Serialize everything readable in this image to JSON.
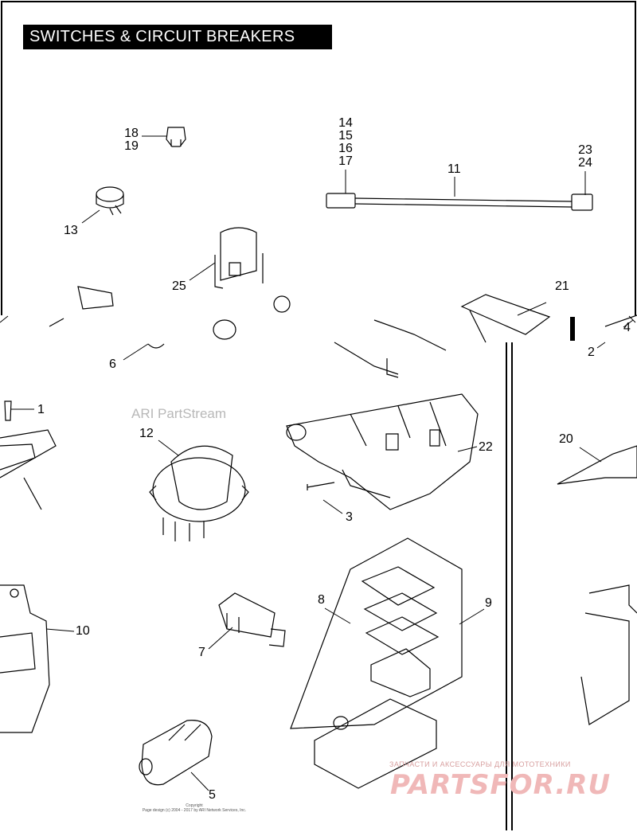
{
  "title": "SWITCHES & CIRCUIT BREAKERS",
  "watermark": "ARI PartStream",
  "copyright": [
    "Copyright",
    "Page design (c) 2004 - 2017 by ARI Network Services, Inc."
  ],
  "brand": {
    "tagline": "ЗАПЧАСТИ И АКСЕССУАРЫ ДЛЯ МОТОТЕХНИКИ",
    "name": "PARTSFOR.RU"
  },
  "callouts": {
    "c1": "1",
    "c2": "2",
    "c3": "3",
    "c4": "4",
    "c5": "5",
    "c6": "6",
    "c7": "7",
    "c8": "8",
    "c9": "9",
    "c10": "10",
    "c11": "11",
    "c12": "12",
    "c13": "13",
    "c20": "20",
    "c21": "21",
    "c22": "22",
    "c25": "25"
  },
  "stacks": {
    "s18": [
      "18",
      "19"
    ],
    "s14": [
      "14",
      "15",
      "16",
      "17"
    ],
    "s23": [
      "23",
      "24"
    ]
  },
  "colors": {
    "line": "#000000",
    "title_bg": "#000000",
    "title_fg": "#ffffff",
    "brand": "#f0b8b8"
  }
}
